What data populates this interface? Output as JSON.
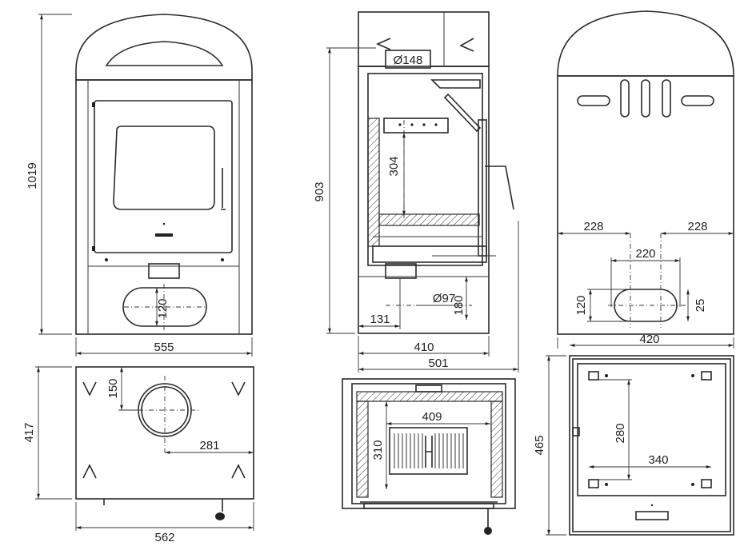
{
  "dimensions": {
    "front_view": {
      "height": "1019",
      "width": "555",
      "ash_opening_height": "120"
    },
    "side_view": {
      "flue_diameter": "Ø148",
      "height": "903",
      "interior_height": "304",
      "air_diameter": "Ø97",
      "air_height": "180",
      "air_offset": "131",
      "depth_inner": "410",
      "depth_outer": "501"
    },
    "rear_view": {
      "left_offset": "228",
      "right_offset": "228",
      "opening_width": "220",
      "opening_height": "120",
      "opening_radius": "25",
      "base_width": "420"
    },
    "top_view": {
      "depth": "417",
      "flue_offset_y": "150",
      "flue_offset_x": "281",
      "width": "562"
    },
    "section_view": {
      "inner_width": "409",
      "inner_depth": "310"
    },
    "base_plate_view": {
      "depth": "465",
      "hole_depth": "280",
      "hole_width": "340"
    }
  },
  "colors": {
    "line": "#2a2a2a",
    "background": "#ffffff"
  }
}
